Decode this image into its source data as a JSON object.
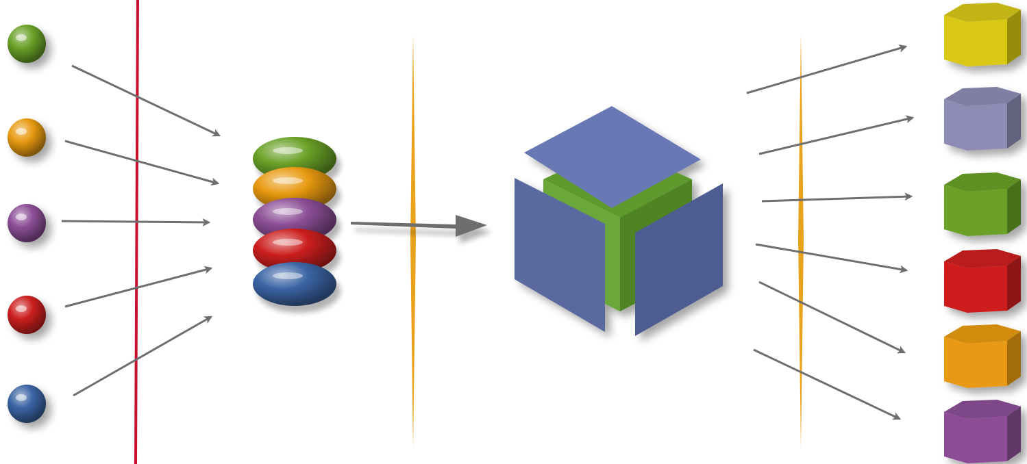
{
  "diagram": {
    "colors": {
      "green": "#6aa128",
      "orange": "#e89a12",
      "purple": "#8c4e96",
      "red": "#cc1f1f",
      "blue": "#3b64a4",
      "yellow": "#d9c814",
      "lavender": "#8e8cb4",
      "cube_panel": "#5a6aa0",
      "cube_top": "#6878b4",
      "cube_core": "#6aa83a",
      "separator_red": "#c8102e",
      "separator_gold": "#e8a21c",
      "arrow": "#6e6e6e"
    },
    "input_spheres": [
      "green",
      "orange",
      "purple",
      "red",
      "blue"
    ],
    "stack_discs": [
      "green",
      "orange",
      "purple",
      "red",
      "blue"
    ],
    "output_blocks": [
      "yellow",
      "lavender",
      "green",
      "red",
      "orange",
      "purple"
    ],
    "icons": [
      "sphere-icon",
      "disc-icon",
      "cube-icon",
      "hexagonal-prism-icon",
      "arrow-icon"
    ]
  }
}
